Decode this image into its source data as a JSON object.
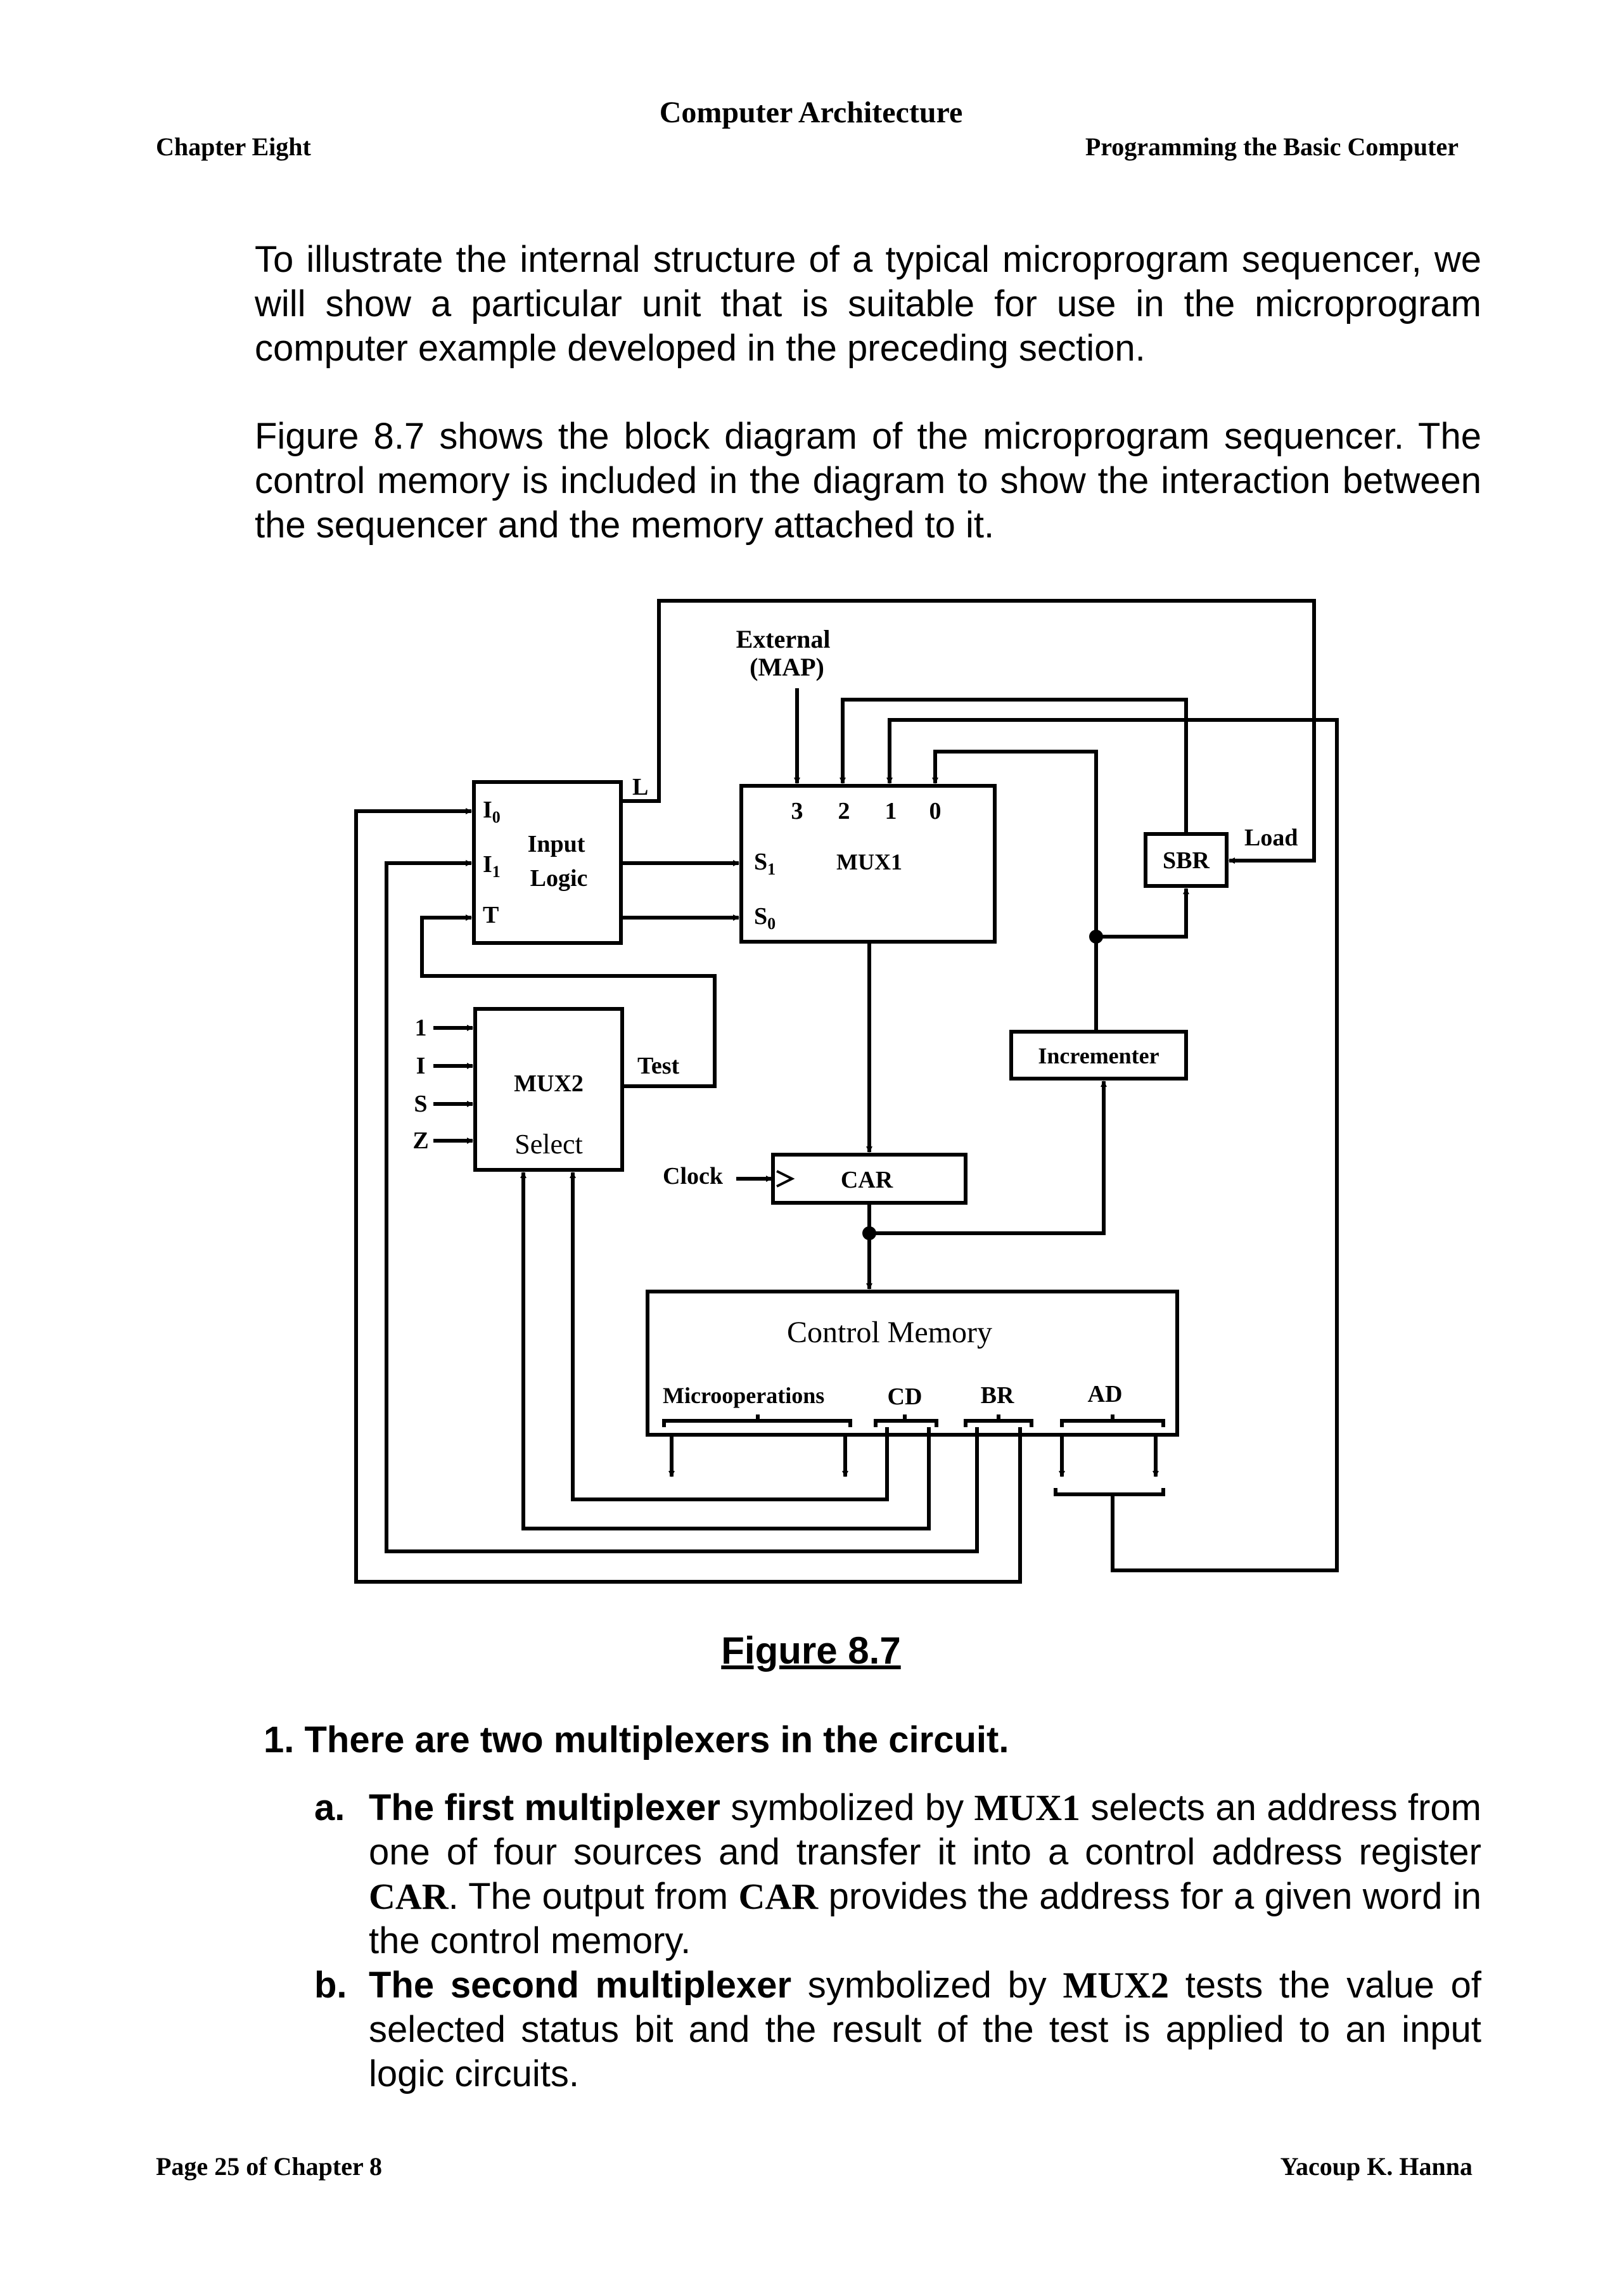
{
  "header": {
    "title": "Computer Architecture",
    "chapter": "Chapter Eight",
    "section": "Programming the Basic Computer"
  },
  "paragraphs": [
    "To illustrate the internal structure of a typical microprogram sequencer, we will show a particular unit that is suitable for use in the microprogram computer example developed in the preceding section.",
    "Figure 8.7 shows the block diagram of the microprogram sequencer. The control memory is included in the diagram to show the interaction between the sequencer and the memory attached to it."
  ],
  "diagram": {
    "external_line1": "External",
    "external_line2": "(MAP)",
    "mux1_inputs": [
      "3",
      "2",
      "1",
      "0"
    ],
    "mux1_label": "MUX1",
    "s1": "S",
    "s0": "S",
    "sub1": "1",
    "sub0": "0",
    "input_logic_line1": "Input",
    "input_logic_line2": "Logic",
    "i_label": "I",
    "t_label": "T",
    "l_label": "L",
    "sbr_label": "SBR",
    "load_label": "Load",
    "incrementer_label": "Incrementer",
    "mux2_label": "MUX2",
    "select_label": "Select",
    "test_label": "Test",
    "mux2_inputs": [
      "1",
      "I",
      "S",
      "Z"
    ],
    "clock_label": "Clock",
    "car_label": "CAR",
    "cm_title": "Control Memory",
    "fields": [
      "Microoperations",
      "CD",
      "BR",
      "AD"
    ]
  },
  "figure_caption": "Figure 8.7",
  "list": {
    "item1": "1. There are two multiplexers in the circuit.",
    "a": {
      "label": "a.",
      "lead": "The first multiplexer",
      "t1": " symbolized by ",
      "mux1": "MUX1",
      "t2": " selects an address from one of four sources and transfer it into a control address register ",
      "car1": "CAR",
      "t3": ". The output from ",
      "car2": "CAR",
      "t4": " provides the address for a given word in the control memory."
    },
    "b": {
      "label": "b.",
      "lead": "The second multiplexer",
      "t1": " symbolized by ",
      "mux2": "MUX2",
      "t2": " tests the value of selected status bit and the result of the test is applied to an input logic circuits."
    }
  },
  "footer": {
    "page": "Page 25 of Chapter 8",
    "author": "Yacoup K. Hanna"
  }
}
